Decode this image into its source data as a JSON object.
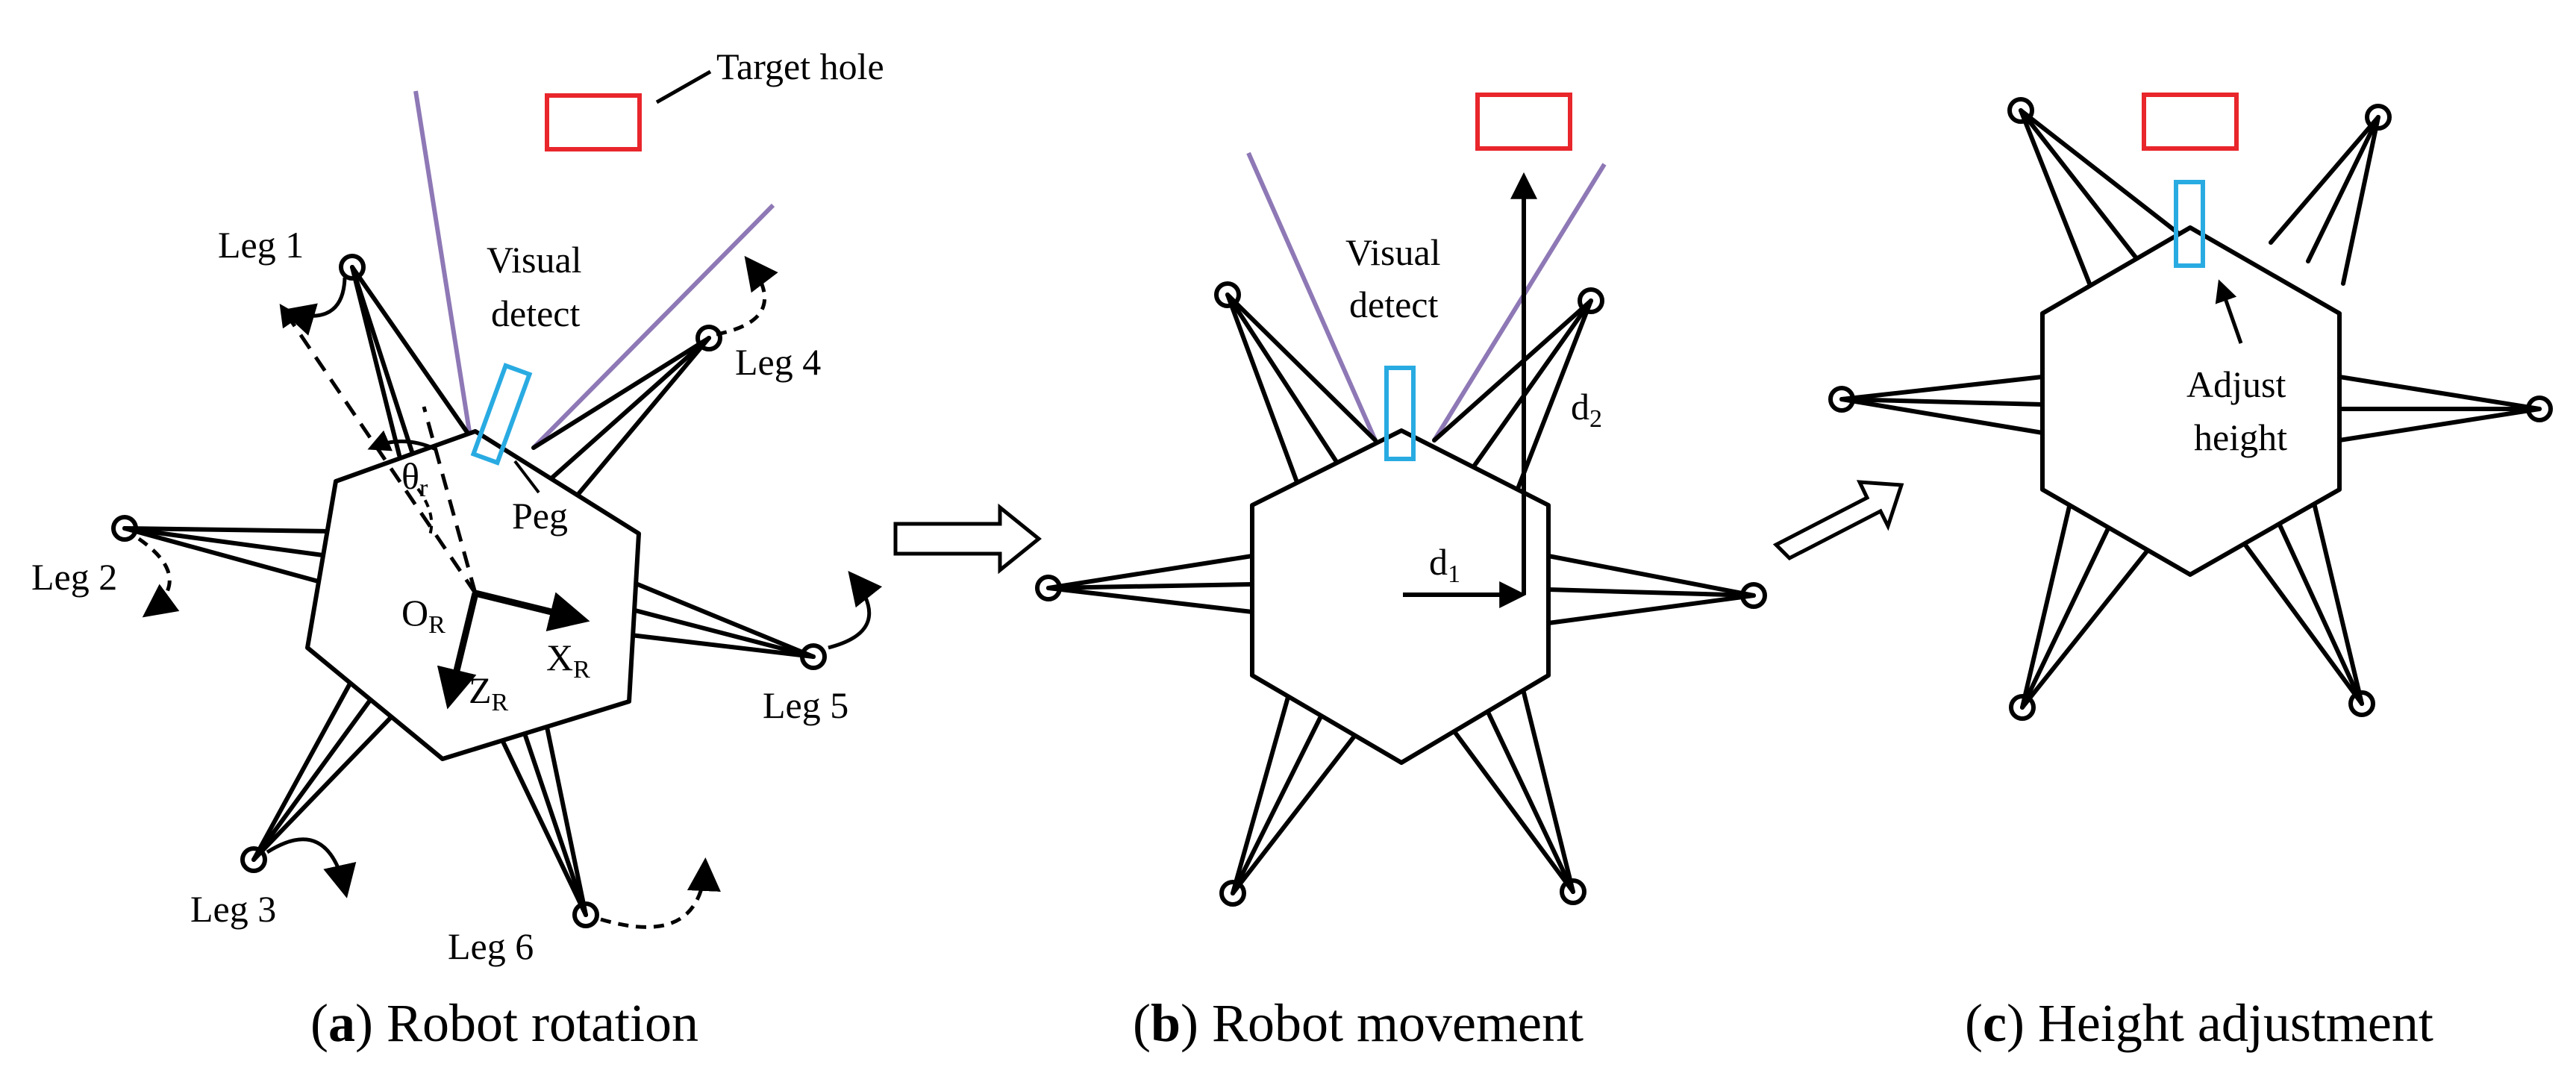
{
  "panel_a": {
    "target_label": "Target hole",
    "visual_1": "Visual",
    "visual_2": "detect",
    "peg_label": "Peg",
    "legs": [
      "Leg 1",
      "Leg 2",
      "Leg 3",
      "Leg 4",
      "Leg 5",
      "Leg 6"
    ],
    "theta": "θ",
    "theta_sub": "r",
    "o": "O",
    "o_sub": "R",
    "x": "X",
    "x_sub": "R",
    "z": "Z",
    "z_sub": "R",
    "caption_letter": "a",
    "caption_text": " Robot rotation"
  },
  "panel_b": {
    "visual_1": "Visual",
    "visual_2": "detect",
    "d1": "d",
    "d1_sub": "1",
    "d2": "d",
    "d2_sub": "2",
    "caption_letter": "b",
    "caption_text": " Robot movement"
  },
  "panel_c": {
    "adjust_1": "Adjust",
    "adjust_2": "height",
    "caption_letter": "c",
    "caption_text": " Height adjustment"
  },
  "colors": {
    "target": "#e8262b",
    "peg": "#29abe2",
    "view": "#8e78b5",
    "line": "#000000"
  }
}
